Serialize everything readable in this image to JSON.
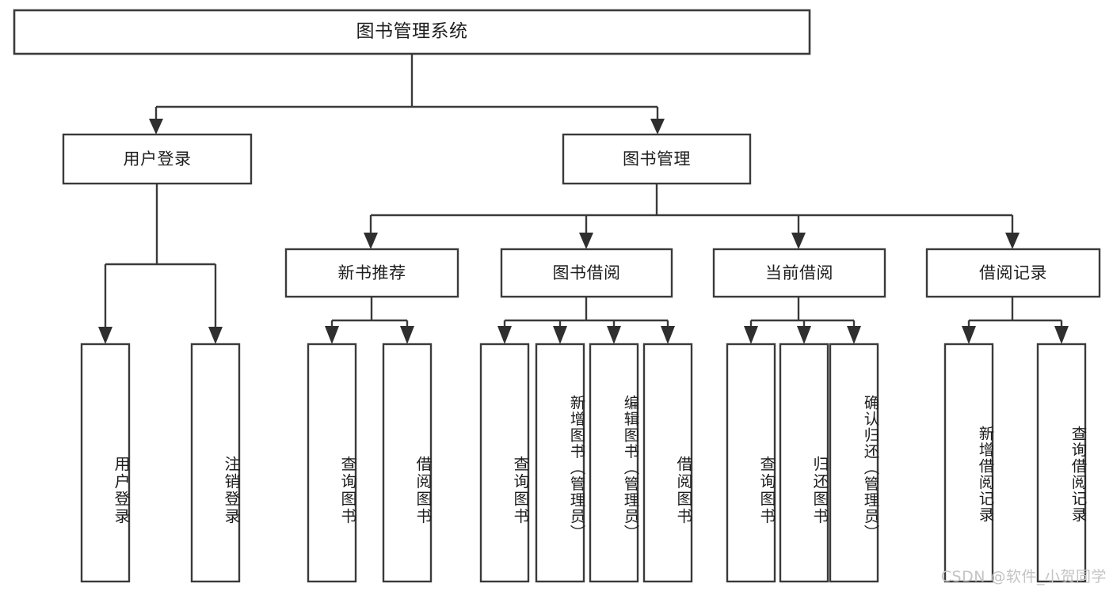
{
  "diagram": {
    "type": "tree-hierarchy",
    "title": "图书管理系统",
    "orientation": "top-down",
    "colors": {
      "box_fill": "#ffffff",
      "box_stroke": "#3a3a3a",
      "connector": "#3a3a3a",
      "text": "#1d1d1d",
      "background": "#ffffff",
      "watermark": "#c4c4c4"
    },
    "root": {
      "label": "图书管理系统"
    },
    "level2": [
      {
        "id": "user-login",
        "label": "用户登录"
      },
      {
        "id": "book-manage",
        "label": "图书管理"
      }
    ],
    "level3": [
      {
        "id": "new-book-recommend",
        "label": "新书推荐",
        "parent": "book-manage"
      },
      {
        "id": "book-borrow",
        "label": "图书借阅",
        "parent": "book-manage"
      },
      {
        "id": "current-borrow",
        "label": "当前借阅",
        "parent": "book-manage"
      },
      {
        "id": "borrow-record",
        "label": "借阅记录",
        "parent": "book-manage"
      }
    ],
    "leaves": {
      "user-login": [
        {
          "id": "leaf-user-login",
          "label": "用户登录"
        },
        {
          "id": "leaf-user-logout",
          "label": "注销登录"
        }
      ],
      "new-book-recommend": [
        {
          "id": "leaf-query-book-1",
          "label": "查询图书"
        },
        {
          "id": "leaf-borrow-book-1",
          "label": "借阅图书"
        }
      ],
      "book-borrow": [
        {
          "id": "leaf-query-book-2",
          "label": "查询图书"
        },
        {
          "id": "leaf-add-book",
          "label": "新增图书（管理员）"
        },
        {
          "id": "leaf-edit-book",
          "label": "编辑图书（管理员）"
        },
        {
          "id": "leaf-borrow-book-2",
          "label": "借阅图书"
        }
      ],
      "current-borrow": [
        {
          "id": "leaf-query-book-3",
          "label": "查询图书"
        },
        {
          "id": "leaf-return-book",
          "label": "归还图书"
        },
        {
          "id": "leaf-confirm-return",
          "label": "确认归还（管理员）"
        }
      ],
      "borrow-record": [
        {
          "id": "leaf-add-record",
          "label": "新增借阅记录"
        },
        {
          "id": "leaf-query-record",
          "label": "查询借阅记录"
        }
      ]
    }
  },
  "watermark": {
    "text": "CSDN @软件_小贺同学"
  }
}
